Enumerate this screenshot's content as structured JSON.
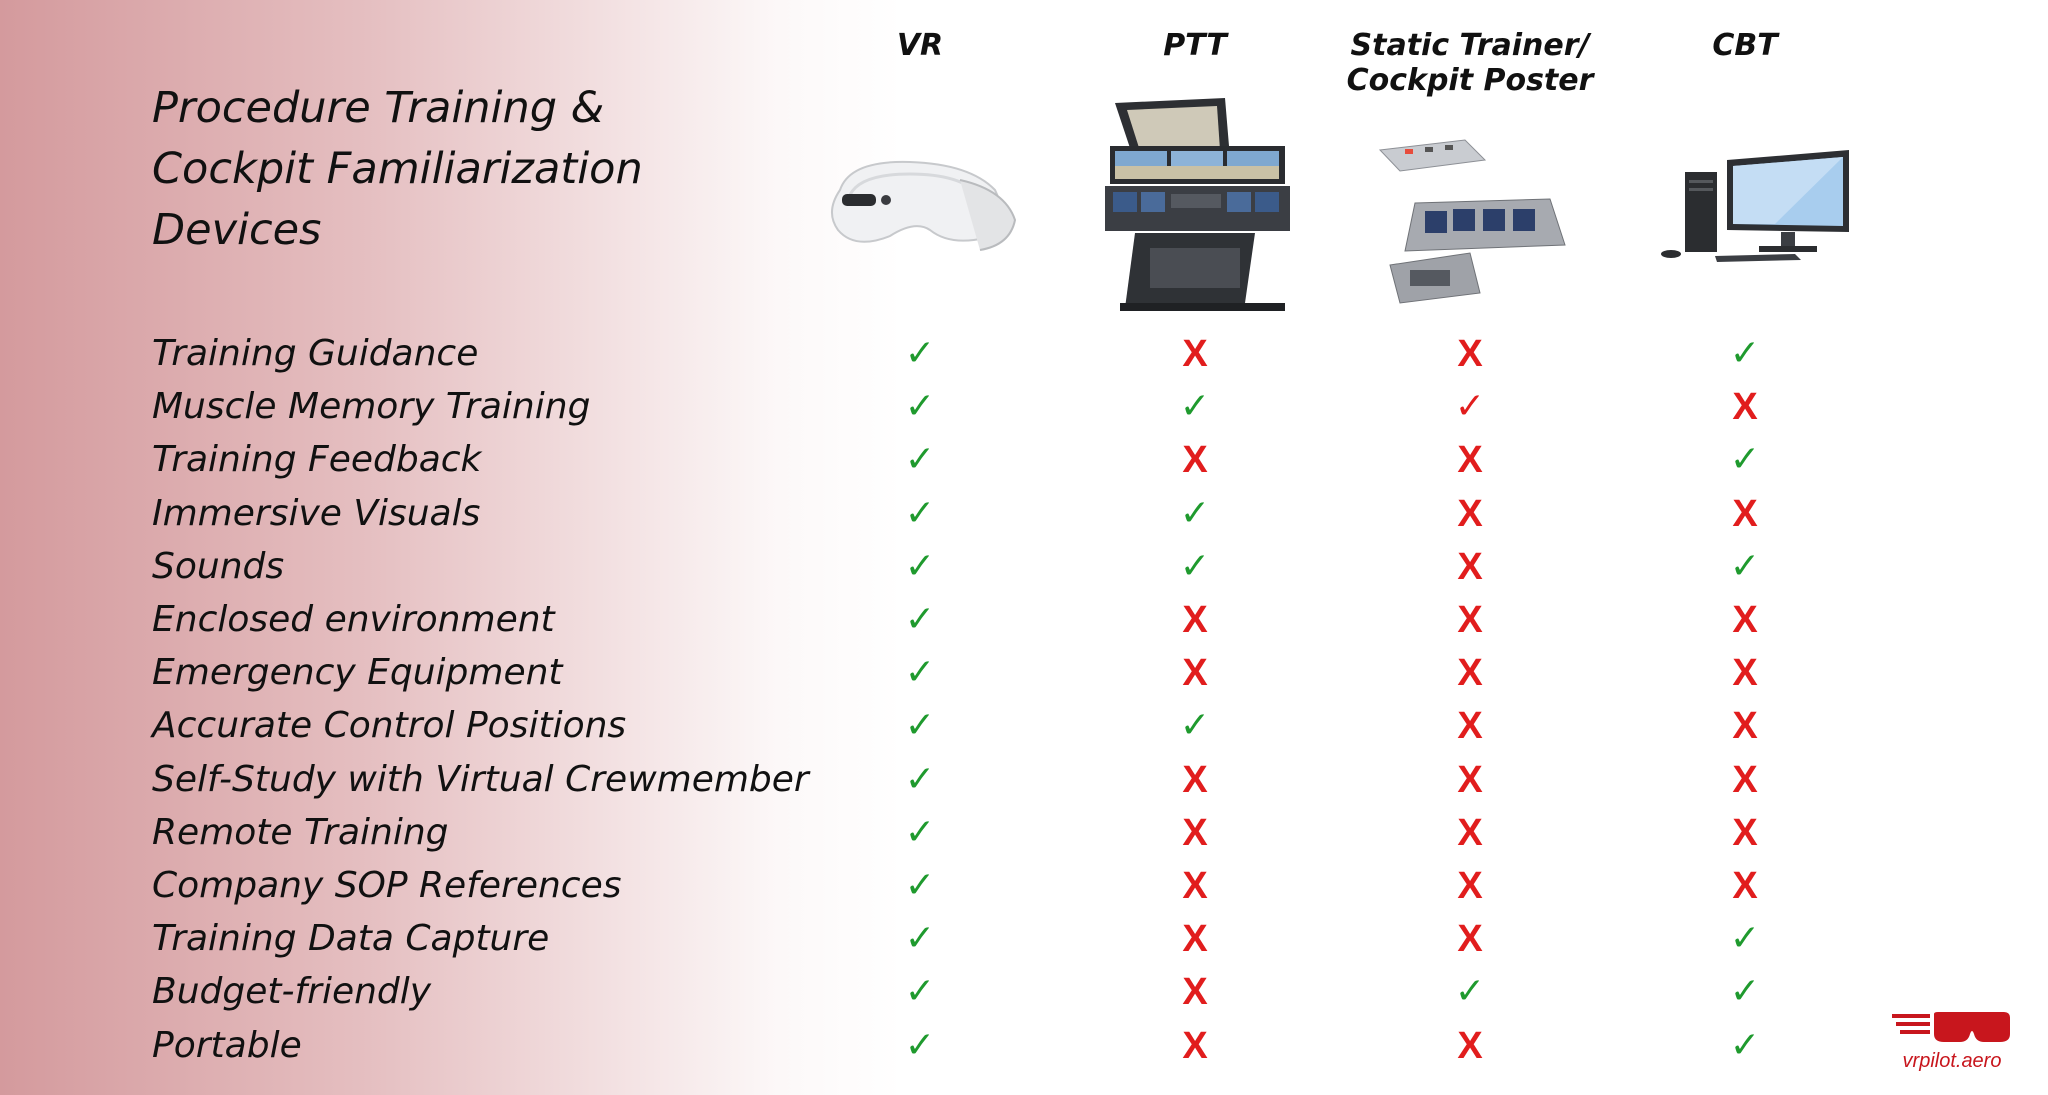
{
  "title": {
    "line1": "Procedure Training &",
    "line2": "Cockpit Familiarization",
    "line3": "Devices"
  },
  "columns": [
    {
      "label_line1": "VR",
      "label_line2": "",
      "icon": "vr-headset-icon"
    },
    {
      "label_line1": "PTT",
      "label_line2": "",
      "icon": "ptt-simulator-icon"
    },
    {
      "label_line1": "Static Trainer/",
      "label_line2": "Cockpit Poster",
      "icon": "cockpit-panels-icon"
    },
    {
      "label_line1": "CBT",
      "label_line2": "",
      "icon": "desktop-computer-icon"
    }
  ],
  "symbols": {
    "check": "✓",
    "cross": "X"
  },
  "colors": {
    "check": "#1f9a2e",
    "cross": "#e11d1d",
    "brand": "#c8161d"
  },
  "rows": [
    {
      "label": "Training Guidance",
      "marks": [
        "check",
        "cross",
        "cross",
        "check"
      ]
    },
    {
      "label": "Muscle Memory Training",
      "marks": [
        "check",
        "check",
        "check-red",
        "cross"
      ]
    },
    {
      "label": "Training Feedback",
      "marks": [
        "check",
        "cross",
        "cross",
        "check"
      ]
    },
    {
      "label": "Immersive Visuals",
      "marks": [
        "check",
        "check",
        "cross",
        "cross"
      ]
    },
    {
      "label": "Sounds",
      "marks": [
        "check",
        "check",
        "cross",
        "check"
      ]
    },
    {
      "label": "Enclosed environment",
      "marks": [
        "check",
        "cross",
        "cross",
        "cross"
      ]
    },
    {
      "label": "Emergency Equipment",
      "marks": [
        "check",
        "cross",
        "cross",
        "cross"
      ]
    },
    {
      "label": "Accurate Control Positions",
      "marks": [
        "check",
        "check",
        "cross",
        "cross"
      ]
    },
    {
      "label": "Self-Study with Virtual Crewmember",
      "marks": [
        "check",
        "cross",
        "cross",
        "cross"
      ]
    },
    {
      "label": "Remote Training",
      "marks": [
        "check",
        "cross",
        "cross",
        "cross"
      ]
    },
    {
      "label": "Company SOP References",
      "marks": [
        "check",
        "cross",
        "cross",
        "cross"
      ]
    },
    {
      "label": "Training Data Capture",
      "marks": [
        "check",
        "cross",
        "cross",
        "check"
      ]
    },
    {
      "label": "Budget-friendly",
      "marks": [
        "check",
        "cross",
        "check",
        "check"
      ]
    },
    {
      "label": "Portable",
      "marks": [
        "check",
        "cross",
        "cross",
        "check"
      ]
    }
  ],
  "logo": {
    "text": "vrpilot.aero",
    "icon": "vrpilot-logo-icon"
  }
}
